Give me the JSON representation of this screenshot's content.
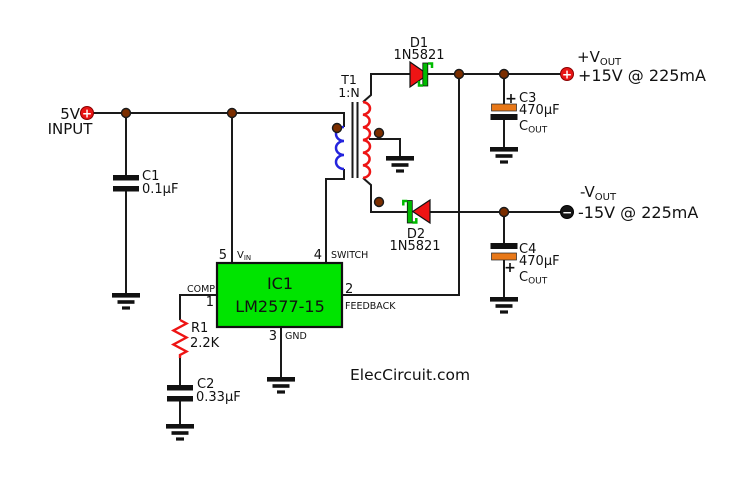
{
  "schematic": {
    "watermark": "ElecCircuit.com",
    "colors": {
      "wire": "#1a1a1a",
      "ic_green": "#00e400",
      "diode_red": "#ee1414",
      "diode_green": "#00bb00",
      "cap_orange": "#e87818",
      "winding_blue": "#2424dd",
      "winding_red": "#ee1414",
      "resistor_red": "#ee1414",
      "terminal_red": "#e81414",
      "terminal_black": "#161616",
      "dot_brown": "#7b2e00",
      "subtext_gray": "#666666",
      "watermark_gray": "#333333"
    },
    "input": {
      "voltage": "5V",
      "label": "INPUT",
      "terminal_sign": "+"
    },
    "transformer": {
      "ref": "T1",
      "ratio": "1:N"
    },
    "ic": {
      "ref": "IC1",
      "part": "LM2577-15",
      "pins": {
        "vin": {
          "num": "5",
          "name": "V",
          "name_sub": "IN"
        },
        "switch": {
          "num": "4",
          "name": "SWITCH"
        },
        "comp": {
          "num": "1",
          "name": "COMP"
        },
        "feedback": {
          "num": "2",
          "name": "FEEDBACK"
        },
        "gnd": {
          "num": "3",
          "name": "GND"
        }
      }
    },
    "capacitors": {
      "c1": {
        "ref": "C1",
        "value": "0.1µF"
      },
      "c2": {
        "ref": "C2",
        "value": "0.33µF"
      },
      "c3": {
        "ref": "C3",
        "value": "470µF",
        "plus": "+",
        "role": "C",
        "role_sub": "OUT"
      },
      "c4": {
        "ref": "C4",
        "value": "470µF",
        "plus": "+",
        "role": "C",
        "role_sub": "OUT"
      }
    },
    "resistors": {
      "r1": {
        "ref": "R1",
        "value": "2.2K"
      }
    },
    "diodes": {
      "d1": {
        "ref": "D1",
        "part": "1N5821"
      },
      "d2": {
        "ref": "D2",
        "part": "1N5821"
      }
    },
    "outputs": {
      "positive": {
        "name": "+V",
        "name_sub": "OUT",
        "spec": "+15V @ 225mA",
        "terminal_sign": "+"
      },
      "negative": {
        "name": "-V",
        "name_sub": "OUT",
        "spec": "-15V @ 225mA",
        "terminal_sign": "−"
      }
    }
  }
}
